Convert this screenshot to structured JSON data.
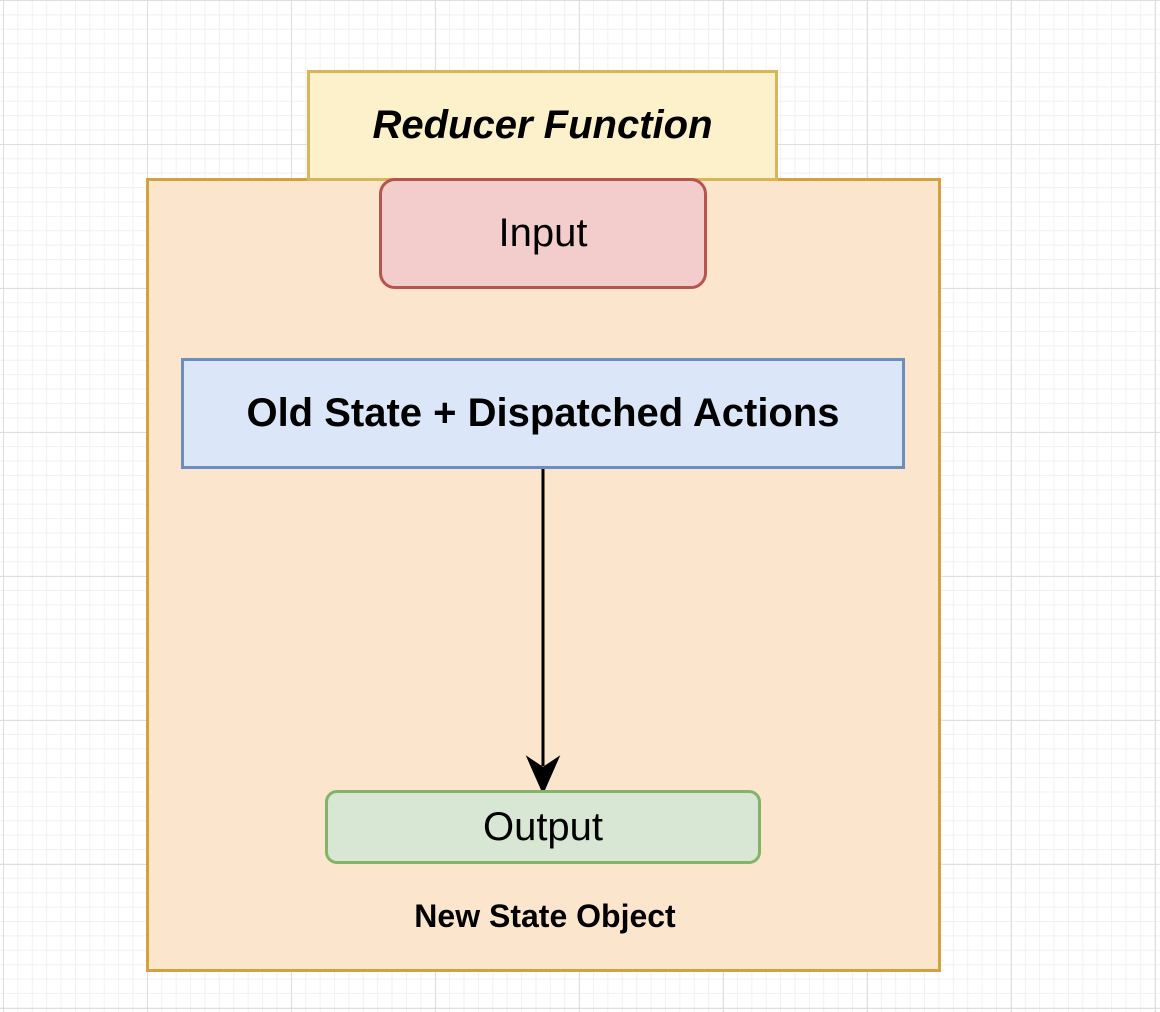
{
  "diagram": {
    "title": "Reducer Function",
    "input_label": "Input",
    "process_label": "Old State + Dispatched Actions",
    "output_label": "Output",
    "result_label": "New State Object"
  },
  "colors": {
    "container_fill": "#fbe5cd",
    "container_stroke": "#d2a23f",
    "title_fill": "#fdf1cc",
    "title_stroke": "#d6b656",
    "input_fill": "#f3cdcb",
    "input_stroke": "#b85450",
    "process_fill": "#dbe7f8",
    "process_stroke": "#6c8ebf",
    "output_fill": "#d7e7d4",
    "output_stroke": "#82b366",
    "arrow": "#000000"
  }
}
